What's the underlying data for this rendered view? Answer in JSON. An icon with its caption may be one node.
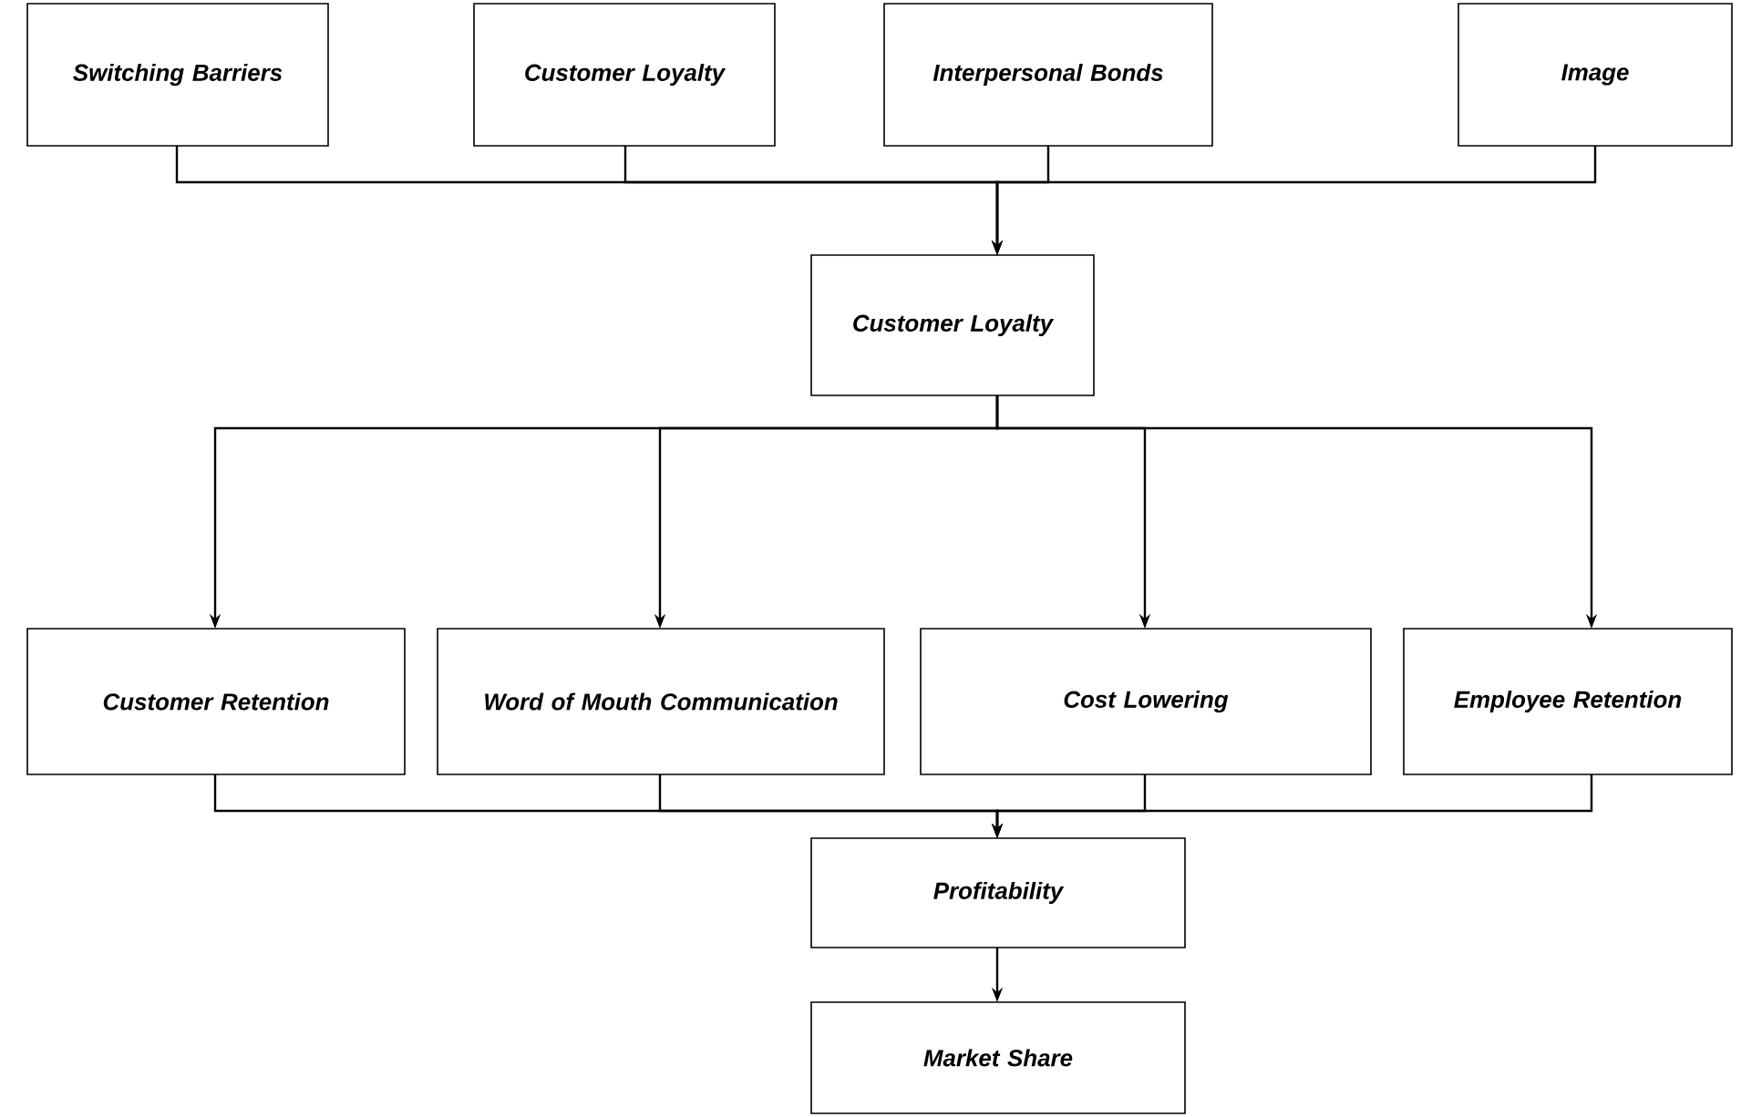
{
  "diagram": {
    "nodes": [
      {
        "text": [
          "Switching Barriers"
        ]
      },
      {
        "text": [
          "Customer Loyalty"
        ]
      },
      {
        "text": [
          "Interpersonal Bonds"
        ]
      },
      {
        "text": [
          "Image"
        ]
      },
      {
        "text": [
          "Customer Loyalty"
        ]
      },
      {
        "text": [
          "Customer Retention"
        ]
      },
      {
        "text": [
          "Word of Mouth Communication"
        ]
      },
      {
        "text": [
          "Cost Lowering"
        ]
      },
      {
        "text": [
          "Employee Retention"
        ]
      },
      {
        "text": [
          "Profitability"
        ]
      },
      {
        "text": [
          "Market Share"
        ]
      }
    ],
    "edges": [
      {
        "from": 0,
        "to": 4,
        "arrow": "to"
      },
      {
        "from": 1,
        "to": 4,
        "arrow": "to"
      },
      {
        "from": 2,
        "to": 4,
        "arrow": "to"
      },
      {
        "from": 3,
        "to": 4,
        "arrow": "to"
      },
      {
        "from": 4,
        "to": 5,
        "arrow": "to"
      },
      {
        "from": 4,
        "to": 6,
        "arrow": "to"
      },
      {
        "from": 4,
        "to": 7,
        "arrow": "to"
      },
      {
        "from": 4,
        "to": 8,
        "arrow": "to"
      },
      {
        "from": 5,
        "to": 9,
        "arrow": "to"
      },
      {
        "from": 6,
        "to": 9,
        "arrow": "to"
      },
      {
        "from": 7,
        "to": 9,
        "arrow": "to"
      },
      {
        "from": 8,
        "to": 9,
        "arrow": "to"
      },
      {
        "from": 9,
        "to": 10,
        "arrow": "to"
      }
    ]
  }
}
